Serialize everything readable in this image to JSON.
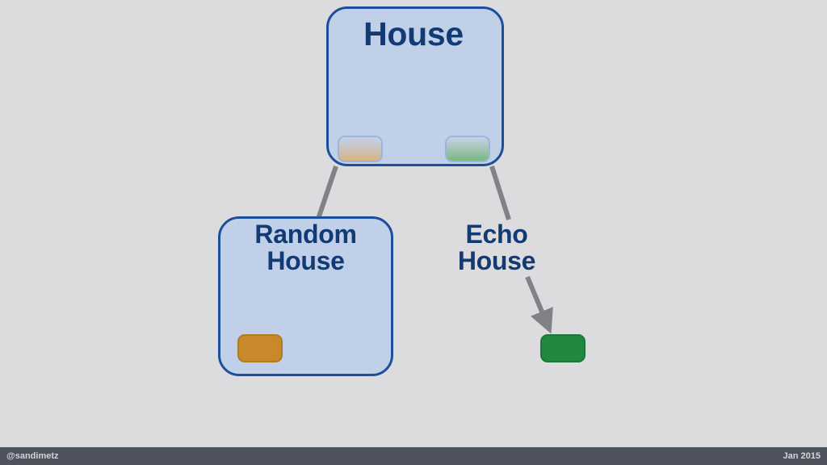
{
  "slide": {
    "background_color": "#dcdcde",
    "title_text_color": "#123a74",
    "node_fill_color": "#bfd0e8",
    "node_border_color": "#1b4f9c",
    "connector_color": "#808285"
  },
  "diagram": {
    "type": "class-hierarchy",
    "nodes": [
      {
        "id": "house",
        "label": "House",
        "has_box": true,
        "slots": [
          {
            "id": "house-slot-left",
            "name": "empty-slot-orange",
            "fill": "gradient-tan",
            "filled": false
          },
          {
            "id": "house-slot-right",
            "name": "empty-slot-green",
            "fill": "gradient-green",
            "filled": false
          }
        ]
      },
      {
        "id": "random-house",
        "label": "Random\nHouse",
        "has_box": true,
        "instance": {
          "id": "random-instance",
          "color": "#c9892b",
          "label": ""
        }
      },
      {
        "id": "echo-house",
        "label": "Echo\nHouse",
        "has_box": false,
        "instance": {
          "id": "echo-instance",
          "color": "#22873f",
          "label": ""
        }
      }
    ],
    "connectors": [
      {
        "from": "house",
        "to": "random-house",
        "style": "line",
        "arrowhead": false
      },
      {
        "from": "house",
        "to": "echo-house",
        "style": "line",
        "arrowhead": false
      },
      {
        "from": "random-house-label",
        "to": "random-instance",
        "style": "arrow",
        "arrowhead": true
      },
      {
        "from": "echo-house-label",
        "to": "echo-instance",
        "style": "arrow",
        "arrowhead": true
      }
    ]
  },
  "footer": {
    "handle": "@sandimetz",
    "date": "Jan 2015",
    "background_color": "#4e525c"
  }
}
